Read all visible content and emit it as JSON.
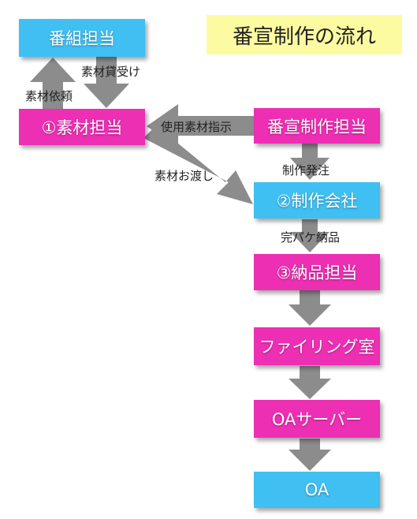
{
  "title": "番宣制作の流れ",
  "colors": {
    "blue_box": "#3fbff2",
    "pink_box": "#ed2fb4",
    "title_bg": "#fdfba1",
    "arrow": "#8c8c8c"
  },
  "nodes": {
    "bangumi": "番組担当",
    "sozai": "①素材担当",
    "bansen": "番宣制作担当",
    "seisaku": "②制作会社",
    "nouhin": "③納品担当",
    "filing": "ファイリング室",
    "oa_server": "OAサーバー",
    "oa": "OA"
  },
  "edges": {
    "sozai_kashiuke": "素材貸受け",
    "sozai_irai": "素材依頼",
    "shiyou_shiji": "使用素材指示",
    "sozai_watashi": "素材お渡し",
    "seisaku_hacchu": "制作発注",
    "kanpake_nouhin": "完パケ納品"
  }
}
